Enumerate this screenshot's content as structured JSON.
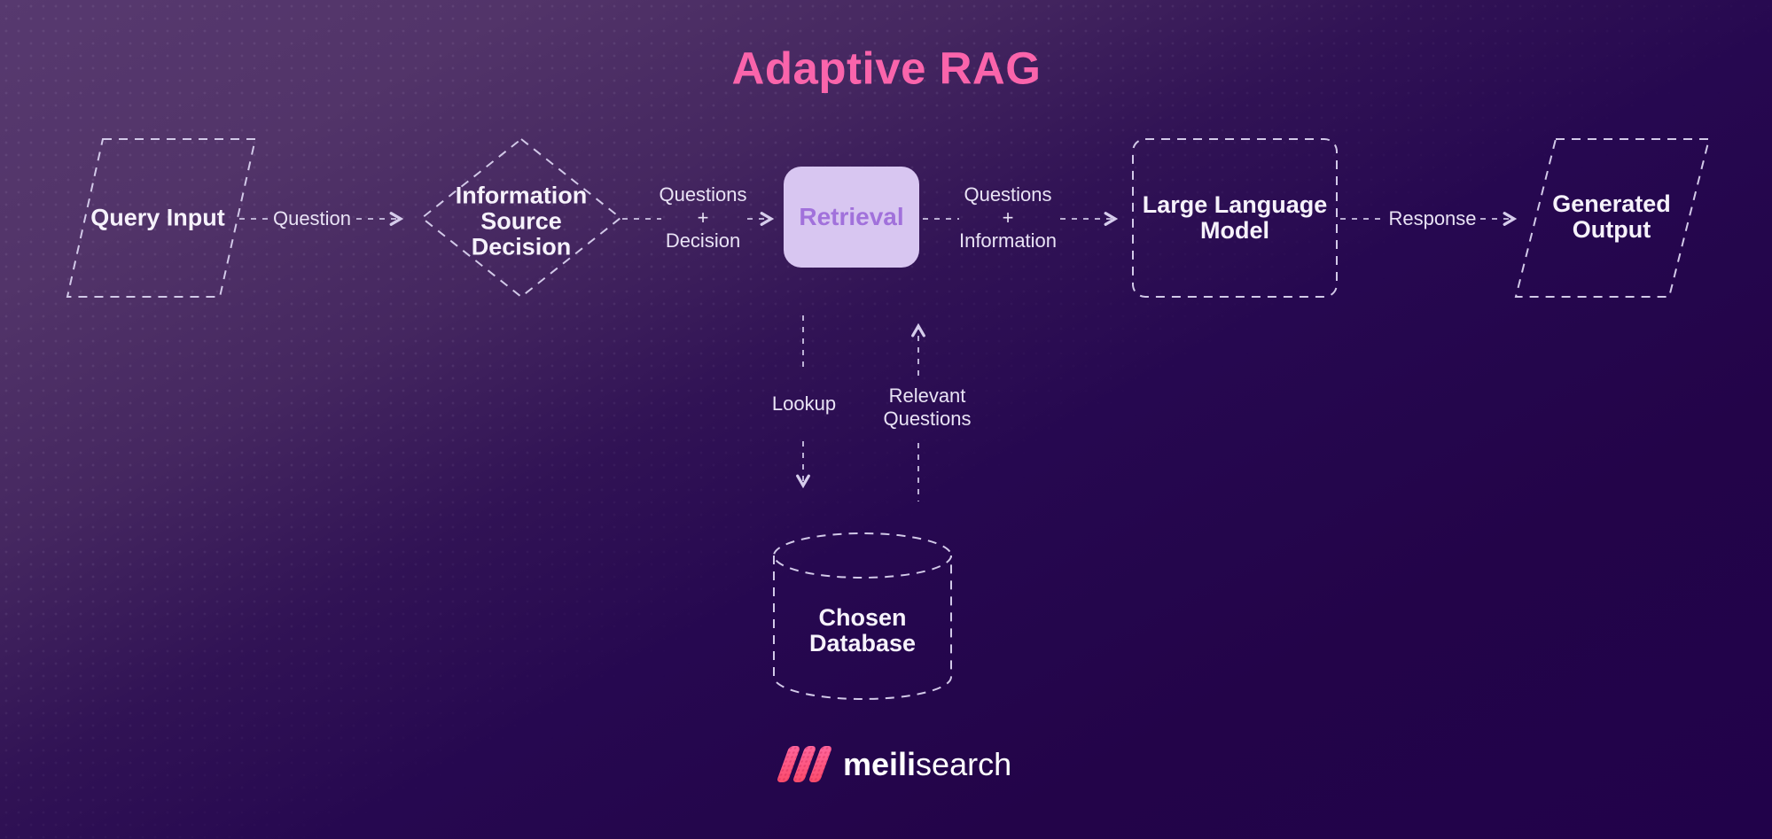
{
  "title": "Adaptive RAG",
  "colors": {
    "background_light": "#57396f",
    "background_dark": "#21024a",
    "title_pink": "#fa64ab",
    "dash_stroke": "#d2c9e8",
    "node_text": "#f6f2fb",
    "retrieval_fill": "#d8c6f1",
    "retrieval_text": "#a171db",
    "logo_pink_light": "#ff67a0",
    "logo_pink_dark": "#fb4a68",
    "logo_text": "#ffffff"
  },
  "nodes": {
    "query_input": {
      "label": "Query Input",
      "shape": "parallelogram"
    },
    "decision": {
      "lines": [
        "Information",
        "Source",
        "Decision"
      ],
      "shape": "diamond"
    },
    "retrieval": {
      "label": "Retrieval",
      "shape": "filled-rounded-rect"
    },
    "llm": {
      "lines": [
        "Large Language",
        "Model"
      ],
      "shape": "dashed-rounded-rect"
    },
    "generated_output": {
      "lines": [
        "Generated",
        "Output"
      ],
      "shape": "parallelogram"
    },
    "database": {
      "lines": [
        "Chosen",
        "Database"
      ],
      "shape": "cylinder"
    }
  },
  "edges": {
    "question": {
      "label": "Question",
      "from": "query_input",
      "to": "decision"
    },
    "questions_decision": {
      "lines": [
        "Questions",
        "+",
        "Decision"
      ],
      "from": "decision",
      "to": "retrieval"
    },
    "questions_information": {
      "lines": [
        "Questions",
        "+",
        "Information"
      ],
      "from": "retrieval",
      "to": "llm"
    },
    "response": {
      "label": "Response",
      "from": "llm",
      "to": "generated_output"
    },
    "lookup": {
      "label": "Lookup",
      "from": "retrieval",
      "to": "database"
    },
    "relevant_questions": {
      "lines": [
        "Relevant",
        "Questions"
      ],
      "from": "database",
      "to": "retrieval"
    }
  },
  "brand": {
    "bold": "meili",
    "light": "search"
  }
}
